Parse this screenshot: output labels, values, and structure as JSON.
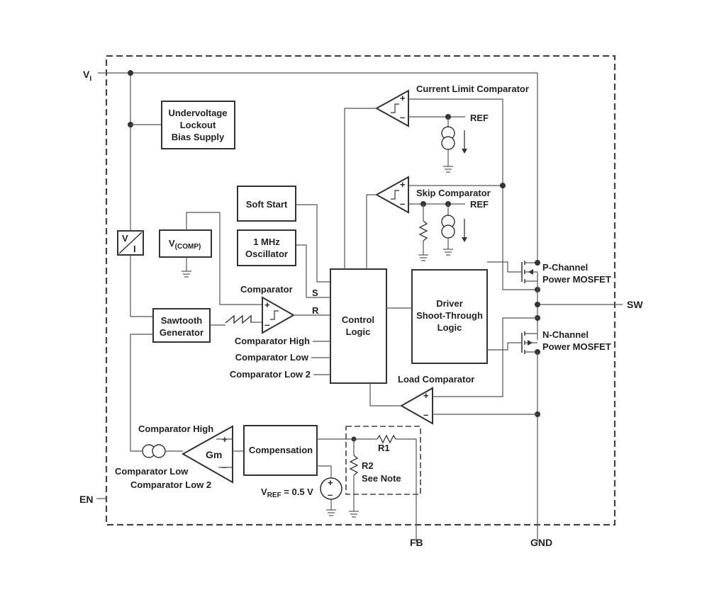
{
  "pins": {
    "vi": "V",
    "vi_sub": "I",
    "en": "EN",
    "sw": "SW",
    "fb": "FB",
    "gnd": "GND"
  },
  "blocks": {
    "uvlo": [
      "Undervoltage",
      "Lockout",
      "Bias Supply"
    ],
    "soft_start": "Soft Start",
    "oscillator": [
      "1 MHz",
      "Oscillator"
    ],
    "vcomp": "V",
    "vcomp_sub": "(COMP)",
    "vi_conv_top": "V",
    "vi_conv_bottom": "I",
    "sawtooth": [
      "Sawtooth",
      "Generator"
    ],
    "control_logic": [
      "Control",
      "Logic"
    ],
    "driver": [
      "Driver",
      "Shoot-Through",
      "Logic"
    ],
    "compensation": "Compensation",
    "gm": "Gm"
  },
  "labels": {
    "current_limit": "Current Limit Comparator",
    "skip": "Skip Comparator",
    "ref1": "REF",
    "ref2": "REF",
    "comparator": "Comparator",
    "s": "S",
    "r": "R",
    "comp_high": "Comparator High",
    "comp_low": "Comparator Low",
    "comp_low2": "Comparator Low 2",
    "load_comp": "Load Comparator",
    "pch": [
      "P-Channel",
      "Power MOSFET"
    ],
    "nch": [
      "N-Channel",
      "Power MOSFET"
    ],
    "gm_high": "Comparator High",
    "gm_low": "Comparator Low",
    "gm_low2": "Comparator Low 2",
    "vref": "V",
    "vref_sub": "REF",
    "vref_val": " = 0.5 V",
    "r1": "R1",
    "r2": "R2",
    "see_note": "See Note",
    "plus": "+",
    "minus": "–"
  }
}
